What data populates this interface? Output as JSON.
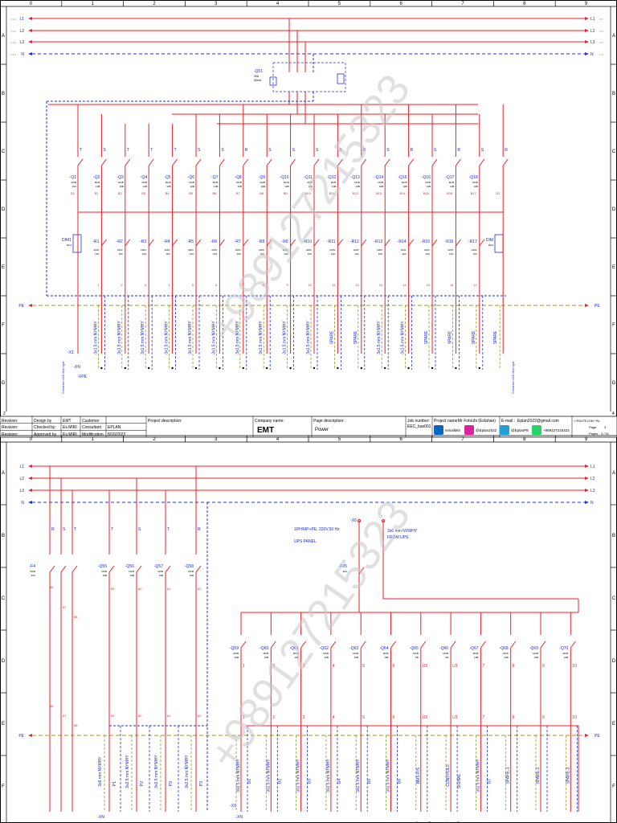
{
  "colors": {
    "phase": "#e8202a",
    "neutral": "#2030d8",
    "pe": "#9a9a28",
    "frame": "#000000",
    "text_blue": "#1a2ad0",
    "watermark": "#c8c8c8"
  },
  "columns": [
    "0",
    "1",
    "2",
    "3",
    "4",
    "5",
    "6",
    "7",
    "8",
    "9"
  ],
  "rows": [
    "A",
    "B",
    "C",
    "D",
    "E",
    "F",
    "G"
  ],
  "bus": {
    "l1": "L1",
    "l2": "L2",
    "l3": "L3",
    "n": "N",
    "pe": "PE",
    "ref_left": "2.9 E",
    "ref_right": "/ 4.8"
  },
  "watermark": "+989127215323",
  "sheet1": {
    "main_breaker": {
      "tag": "-Q01",
      "rating": "32A",
      "sensitivity": "30mA"
    },
    "dimmer_left": {
      "tag": "DIM1",
      "sub": "DH1"
    },
    "dimmer_right": {
      "tag": "DIM",
      "sub": "DH2"
    },
    "terminal_left": "-X1",
    "terminal_xn": "-XN",
    "terminal_xpe": "-XPE",
    "cable_left": "Connector LED Strip light",
    "cable_right": "Connector LED Strip light",
    "mcbs": [
      {
        "tag": "-Q1",
        "phase": "T",
        "type": "MCB",
        "rating": "16A",
        "w": "D1"
      },
      {
        "tag": "-Q2",
        "phase": "S",
        "type": "MCB",
        "rating": "10B",
        "w": "B1"
      },
      {
        "tag": "-Q3",
        "phase": "T",
        "type": "MCB",
        "rating": "10B",
        "w": "B2"
      },
      {
        "tag": "-Q4",
        "phase": "T",
        "type": "MCB",
        "rating": "10B",
        "w": "B3"
      },
      {
        "tag": "-Q5",
        "phase": "T",
        "type": "MCB",
        "rating": "10B",
        "w": "B4"
      },
      {
        "tag": "-Q6",
        "phase": "S",
        "type": "MCB",
        "rating": "10B",
        "w": "B5"
      },
      {
        "tag": "-Q7",
        "phase": "S",
        "type": "MCB",
        "rating": "10B",
        "w": "B6"
      },
      {
        "tag": "-Q8",
        "phase": "R",
        "type": "MCB",
        "rating": "10B",
        "w": "B7"
      },
      {
        "tag": "-Q9",
        "phase": "S",
        "type": "MCB",
        "rating": "10B",
        "w": "B8"
      },
      {
        "tag": "-Q10",
        "phase": "S",
        "type": "MCB",
        "rating": "10B",
        "w": "B9"
      },
      {
        "tag": "-Q11",
        "phase": "S",
        "type": "MCB",
        "rating": "10B",
        "w": "B10"
      },
      {
        "tag": "-Q12",
        "phase": "S",
        "type": "MCB",
        "rating": "10B",
        "w": "B11"
      },
      {
        "tag": "-Q13",
        "phase": "R",
        "type": "MCB",
        "rating": "10B",
        "w": "B12"
      },
      {
        "tag": "-Q14",
        "phase": "S",
        "type": "MCB",
        "rating": "10B",
        "w": "B13"
      },
      {
        "tag": "-Q15",
        "phase": "R",
        "type": "MCB",
        "rating": "10B",
        "w": "B14"
      },
      {
        "tag": "-Q16",
        "phase": "S",
        "type": "MCB",
        "rating": "10B",
        "w": "B15"
      },
      {
        "tag": "-Q17",
        "phase": "R",
        "type": "MCB",
        "rating": "10B",
        "w": "B16"
      },
      {
        "tag": "-Q18",
        "phase": "S",
        "type": "MCB",
        "rating": "10B",
        "w": "B17"
      },
      {
        "tag": "",
        "phase": "R",
        "type": "",
        "rating": "",
        "w": "D2"
      }
    ],
    "relays": [
      {
        "tag": "-R1",
        "v": "220V",
        "a": "16A",
        "cable": "3x1.5 mm NYMHY",
        "n": "1"
      },
      {
        "tag": "-R2",
        "v": "220V",
        "a": "16A",
        "cable": "3x1.5 mm NYMHY",
        "n": "2"
      },
      {
        "tag": "-R3",
        "v": "220V",
        "a": "16A",
        "cable": "3x1.5 mm NYMHY",
        "n": "3"
      },
      {
        "tag": "-R4",
        "v": "220V",
        "a": "16A",
        "cable": "3x1.5 mm NYMHY",
        "n": "4"
      },
      {
        "tag": "-R5",
        "v": "220V",
        "a": "16A",
        "cable": "3x1.5 mm NYMHY",
        "n": "5"
      },
      {
        "tag": "-R6",
        "v": "220V",
        "a": "16A",
        "cable": "3x1.5 mm NYMHY",
        "n": "6"
      },
      {
        "tag": "-R7",
        "v": "220V",
        "a": "16A",
        "cable": "3x1.5 mm NYMHY",
        "n": "7"
      },
      {
        "tag": "-R8",
        "v": "220V",
        "a": "16A",
        "cable": "3x1.5 mm NYMHY",
        "n": "8"
      },
      {
        "tag": "-R9",
        "v": "220V",
        "a": "16A",
        "cable": "3x1.5 mm NYMHY",
        "n": "9"
      },
      {
        "tag": "-R10",
        "v": "220V",
        "a": "16A",
        "cable": "3x1.5 mm NYMHY",
        "n": "10"
      },
      {
        "tag": "-R11",
        "v": "220V",
        "a": "16A",
        "cable": "SPARE",
        "n": "11"
      },
      {
        "tag": "-R12",
        "v": "220V",
        "a": "16A",
        "cable": "SPARE",
        "n": "12"
      },
      {
        "tag": "-R13",
        "v": "220V",
        "a": "16A",
        "cable": "3x1.5 mm NYMHY",
        "n": "13"
      },
      {
        "tag": "-R14",
        "v": "220V",
        "a": "16A",
        "cable": "3x1.5 mm NYMHY",
        "n": "14"
      },
      {
        "tag": "-R15",
        "v": "220V",
        "a": "16A",
        "cable": "SPARE",
        "n": "15"
      },
      {
        "tag": "-R16",
        "v": "220V",
        "a": "16A",
        "cable": "SPARE",
        "n": "16"
      },
      {
        "tag": "-R17",
        "v": "220V",
        "a": "16A",
        "cable": "SPARE",
        "n": "17"
      }
    ],
    "spare_last": "SPARE"
  },
  "titleblock": {
    "revision_label": "Revision:",
    "design_by_label": "Design by",
    "design_by": "EMT",
    "checked_by_label": "Checked by:",
    "checked_by": "Es.MIRI",
    "approved_by_label": "Approved by",
    "approved_by": "Es.MIRI",
    "customer_label": "Customer",
    "customer": "",
    "consultant_label": "Consultant",
    "consultant": "EPLAN",
    "modification_label": "Modification",
    "modification": "8/16/2022",
    "project_desc_label": "Project description:",
    "company_label": "Company name:",
    "company": "EMT",
    "page_desc_label": "Page description:",
    "page_desc": "Power",
    "job_label": "Job number:",
    "job": "EEC_bas001",
    "project_name_label": "Project name:",
    "project_name": "Mr Fotouhi (Esfahan)",
    "email_label": "E-mail :",
    "email": "Eplan2022@gmail.com",
    "linkedin": "IsmailMiri",
    "instagram": "@Eplan2022",
    "telegram": "@EplanP8",
    "whatsapp": "+989127215323",
    "sheet_ref": "=+ROUTE.LRM +PA..",
    "page_label": "Page",
    "page": "3",
    "pages_label": "Pages",
    "pages": "3 / 51",
    "corner_left": "2",
    "corner_right": "4"
  },
  "sheet2": {
    "feeder_breaker": {
      "tag": "-F4",
      "type": "MCB",
      "rating": "32A"
    },
    "mcbs_left": [
      {
        "tag": "-Q55",
        "phase": "T",
        "type": "MCB",
        "rating": "25B",
        "w": "59"
      },
      {
        "tag": "-Q56",
        "phase": "S",
        "type": "MCB",
        "rating": "16B",
        "w": "60"
      },
      {
        "tag": "-Q57",
        "phase": "T",
        "type": "MCB",
        "rating": "16B",
        "w": "61"
      },
      {
        "tag": "-Q58",
        "phase": "R",
        "type": "MCB",
        "rating": "16B",
        "w": "62"
      }
    ],
    "feeder_wires": [
      "56",
      "57",
      "58"
    ],
    "phases_feeder": [
      "R",
      "S",
      "T"
    ],
    "ups_note": [
      "1PH/MP+PE, 220V,50 Hz",
      "UPS PANEL"
    ],
    "ups_terminal": "-X6",
    "ups_cable": [
      "3x6 mm NYMHY",
      "FROM UPS"
    ],
    "ups_breaker": {
      "tag": "-F05",
      "rating": "40A"
    },
    "mcbs_right": [
      {
        "tag": "-Q59",
        "type": "MCB",
        "rating": "10B",
        "w": "1",
        "cable": "3x2.5 mm NYMHY",
        "dest": "U1"
      },
      {
        "tag": "-Q60",
        "type": "MCB",
        "rating": "10B",
        "w": "2",
        "cable": "3x2.5 mm NYMHY",
        "dest": "U2"
      },
      {
        "tag": "-Q61",
        "type": "MCB",
        "rating": "16B",
        "w": "3",
        "cable": "3x2.5 mm NYMHY",
        "dest": "U3"
      },
      {
        "tag": "-Q62",
        "type": "MCB",
        "rating": "16B",
        "w": "4",
        "cable": "3x2.5 mm NYMHY",
        "dest": "U4"
      },
      {
        "tag": "-Q63",
        "type": "MCB",
        "rating": "16B",
        "w": "5",
        "cable": "3x2.5 mm NYMHY",
        "dest": "U5"
      },
      {
        "tag": "-Q64",
        "type": "MCB",
        "rating": "16B",
        "w": "6",
        "cable": "3x2.5 mm NYMHY",
        "dest": "U6"
      },
      {
        "tag": "-Q65",
        "type": "MCB",
        "rating": "6B",
        "w": "U2",
        "cable": "BMS P/S",
        "dest": ""
      },
      {
        "tag": "-Q66",
        "type": "MCB",
        "rating": "6B",
        "w": "U1",
        "cable": "CONTROLS",
        "dest": "SIGNAL"
      },
      {
        "tag": "-Q67",
        "type": "MCB",
        "rating": "16B",
        "w": "7",
        "cable": "3x2.5 mm NYMHY",
        "dest": "U7"
      },
      {
        "tag": "-Q68",
        "type": "MCB",
        "rating": "16B",
        "w": "8",
        "cable": "SPARE-1",
        "dest": ""
      },
      {
        "tag": "-Q69",
        "type": "MCB",
        "rating": "16B",
        "w": "9",
        "cable": "SPARE-2",
        "dest": ""
      },
      {
        "tag": "-Q70",
        "type": "MCB",
        "rating": "16B",
        "w": "10",
        "cable": "SPARE-3",
        "dest": ""
      }
    ],
    "left_cables": [
      {
        "cable": "3x6 mm NYMHY",
        "dest": "P1"
      },
      {
        "cable": "3x2.5 mm NYMHY",
        "dest": "P2"
      },
      {
        "cable": "3x2.5 mm NYMHY",
        "dest": "P3"
      },
      {
        "cable": "3x2.5 mm NYMHY",
        "dest": "P3"
      }
    ],
    "terminal_x1": "-X1",
    "terminal_xn": "-XN",
    "bottom_labels": [
      "BMS",
      "BMS-N",
      "CONTROL L",
      "CONTROL N"
    ]
  }
}
